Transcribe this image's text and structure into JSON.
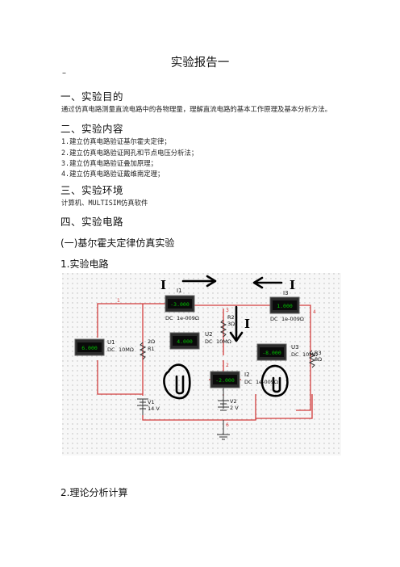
{
  "title": "实验报告一",
  "dash": "–",
  "sections": {
    "purpose_heading": "一、实验目的",
    "purpose_text": "通过仿真电路测量直流电路中的各物理量，理解直流电路的基本工作原理及基本分析方法。",
    "content_heading": "二、实验内容",
    "content_items": [
      "1.建立仿真电路验证基尔霍夫定律；",
      "2.建立仿真电路验证网孔和节点电压分析法；",
      "3.建立仿真电路验证叠加原理；",
      "4.建立仿真电路验证戴维南定理；"
    ],
    "env_heading": "三、实验环境",
    "env_text": "计算机、MULTISIM仿真软件",
    "circuit_heading": "四、实验电路",
    "sub_heading": "(一)基尔霍夫定律仿真实验",
    "sub_item_1": "1.实验电路",
    "sub_item_2": "2.理论分析计算"
  },
  "circuit": {
    "meters": [
      {
        "id": "I1",
        "reading": "-3.000",
        "mode": "DC",
        "res": "1e-009Ω"
      },
      {
        "id": "I3",
        "reading": "1.000",
        "mode": "DC",
        "res": "1e-009Ω"
      },
      {
        "id": "U1",
        "reading": "6.000",
        "mode": "DC",
        "res": "10MΩ"
      },
      {
        "id": "U2",
        "reading": "4.000",
        "mode": "DC",
        "res": "10MΩ"
      },
      {
        "id": "I2",
        "reading": "-2.000",
        "mode": "DC",
        "res": "1e-009Ω"
      },
      {
        "id": "U3",
        "reading": "-8.000",
        "mode": "DC",
        "res": "10MΩ"
      }
    ],
    "resistors": [
      {
        "id": "R1",
        "value": "2Ω"
      },
      {
        "id": "R2",
        "value": "3Ω"
      },
      {
        "id": "R3",
        "value": "8Ω"
      }
    ],
    "sources": [
      {
        "id": "V1",
        "value": "14 V"
      },
      {
        "id": "V2",
        "value": "2 V"
      }
    ],
    "nodes": [
      "1",
      "3",
      "4",
      "2",
      "6"
    ],
    "annotations": [
      "I",
      "I",
      "I"
    ],
    "colors": {
      "wire": "#d23c3c",
      "grid": "#b8b8b8",
      "meter": "#2b2b2b",
      "display": "#00c000",
      "pen": "#000000"
    }
  }
}
